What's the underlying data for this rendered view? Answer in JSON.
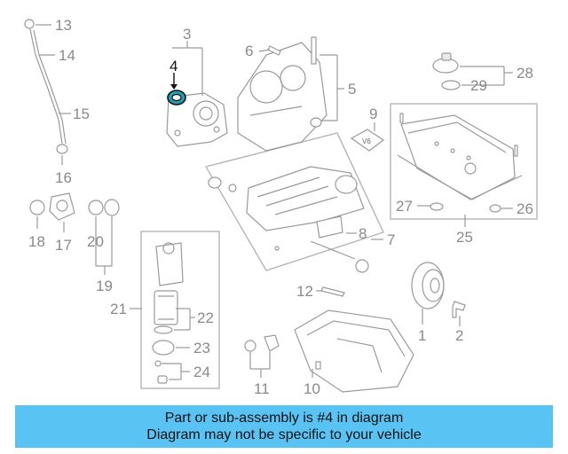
{
  "diagram": {
    "highlight_color": "#1f9fb3",
    "labels": {
      "l1": "1",
      "l2": "2",
      "l3": "3",
      "l4": "4",
      "l5": "5",
      "l6": "6",
      "l7": "7",
      "l8": "8",
      "l9": "9",
      "l10": "10",
      "l11": "11",
      "l12": "12",
      "l13": "13",
      "l14": "14",
      "l15": "15",
      "l16": "16",
      "l17": "17",
      "l18": "18",
      "l19": "19",
      "l20": "20",
      "l21": "21",
      "l22": "22",
      "l23": "23",
      "l24": "24",
      "l25": "25",
      "l26": "26",
      "l27": "27",
      "l28": "28",
      "l29": "29"
    }
  },
  "banner": {
    "line1": "Part or sub-assembly is #4 in diagram",
    "line2": "Diagram may not be specific to your vehicle",
    "color": "#59c3f3"
  }
}
